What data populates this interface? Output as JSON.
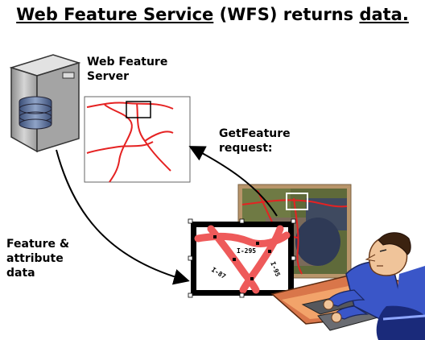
{
  "title": {
    "part1": "Web Feature Service",
    "part2": " (WFS) returns ",
    "part3": "data."
  },
  "labels": {
    "server_line1": "Web Feature",
    "server_line2": "Server",
    "request_line1": "GetFeature",
    "request_line2": "request:",
    "data_line1": "Feature &",
    "data_line2": "attribute",
    "data_line3": "data"
  },
  "road_labels": {
    "r1": "I-295",
    "r2": "I-95",
    "r3": "I-87"
  },
  "colors": {
    "road": "#e52222",
    "server_body": "#b8b8b8",
    "disk": "#6b7fa6"
  }
}
